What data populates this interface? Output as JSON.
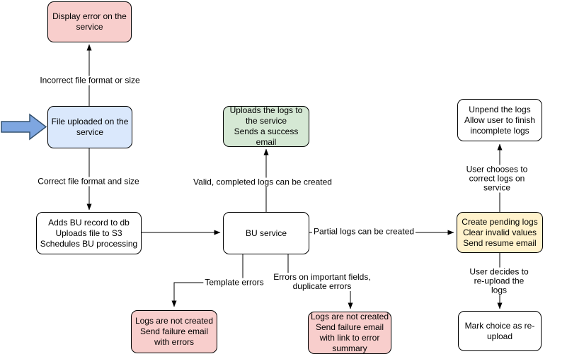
{
  "diagram": {
    "nodes": [
      {
        "id": "display-error",
        "label": "Display error on the\nservice",
        "fill": "#f8cecc"
      },
      {
        "id": "file-uploaded",
        "label": "File uploaded on the\nservice",
        "fill": "#dae8fc"
      },
      {
        "id": "adds-bu-record",
        "label": "Adds BU record to db\nUploads file to S3\nSchedules BU processing",
        "fill": "#ffffff"
      },
      {
        "id": "upload-success",
        "label": "Uploads the logs to\nthe service\nSends a success\nemail",
        "fill": "#d5e8d4"
      },
      {
        "id": "bu-service",
        "label": "BU service",
        "fill": "#ffffff"
      },
      {
        "id": "create-pending",
        "label": "Create pending logs\nClear invalid values\nSend resume email",
        "fill": "#fff2cc"
      },
      {
        "id": "unpend-logs",
        "label": "Unpend the logs\nAllow user to finish\nincomplete logs",
        "fill": "#ffffff"
      },
      {
        "id": "mark-reupload",
        "label": "Mark choice as re-\nupload",
        "fill": "#ffffff"
      },
      {
        "id": "failure-errors",
        "label": "Logs are not created\nSend failure email\nwith errors",
        "fill": "#f8cecc"
      },
      {
        "id": "failure-summary",
        "label": "Logs are not created\nSend failure email\nwith link to error\nsummary",
        "fill": "#f8cecc"
      }
    ],
    "edge_labels": [
      "Incorrect file format or size",
      "Correct file format and size",
      "Valid, completed logs can be created",
      "Partial logs can be created",
      "User chooses to correct logs on service",
      "User decides to re-upload the logs",
      "Template errors",
      "Errors on important fields,\nduplicate errors"
    ],
    "colors": {
      "node_pink": "#f8cecc",
      "node_blue": "#dae8fc",
      "node_green": "#d5e8d4",
      "node_yellow": "#fff2cc",
      "node_white": "#ffffff",
      "stroke": "#000000",
      "entry_arrow_fill": "#7ea6e0",
      "entry_arrow_stroke": "#33506e",
      "background": "#ffffff"
    }
  }
}
